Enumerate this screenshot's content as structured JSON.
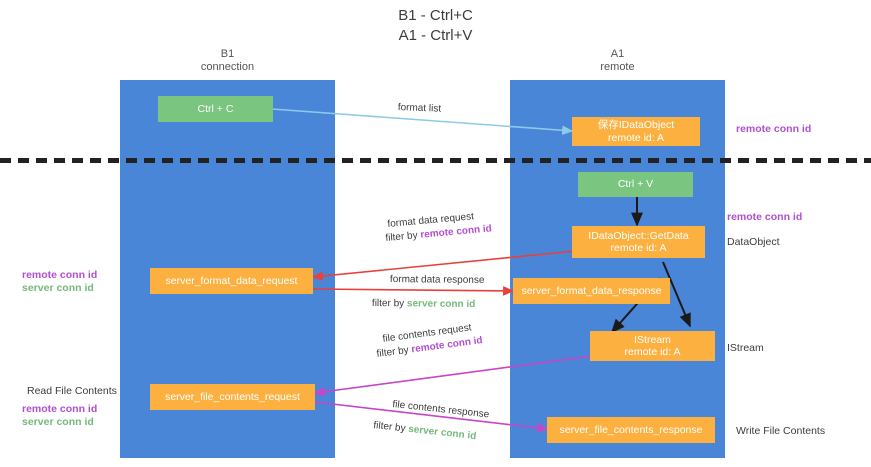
{
  "title": "B1 - Ctrl+C\nA1 - Ctrl+V",
  "lanes": [
    {
      "id": "b1",
      "header": "B1\nconnection"
    },
    {
      "id": "a1",
      "header": "A1\nremote"
    }
  ],
  "nodes": {
    "ctrl_c": {
      "label": "Ctrl + C",
      "sub": ""
    },
    "save_idataobject": {
      "label": "保存IDataObject",
      "sub": "remote id: A"
    },
    "ctrl_v": {
      "label": "Ctrl + V",
      "sub": ""
    },
    "getdata": {
      "label": "IDataObject::GetData",
      "sub": "remote id: A"
    },
    "fmt_request": {
      "label": "server_format_data_request",
      "sub": ""
    },
    "fmt_response": {
      "label": "server_format_data_response",
      "sub": ""
    },
    "istream": {
      "label": "IStream",
      "sub": "remote id: A"
    },
    "file_request": {
      "label": "server_file_contents_request",
      "sub": ""
    },
    "file_response": {
      "label": "server_file_contents_response",
      "sub": ""
    }
  },
  "edge_labels": {
    "format_list": "format list",
    "format_data_request": "format data request",
    "format_data_request_filter_prefix": "filter by ",
    "format_data_request_filter_key": "remote conn id",
    "format_data_response": "format data response",
    "format_data_response_filter_prefix": "filter by ",
    "format_data_response_filter_key": "server conn id",
    "file_contents_request": "file contents request",
    "file_contents_request_filter_prefix": "filter by ",
    "file_contents_request_filter_key": "remote conn id",
    "file_contents_response": "file contents response",
    "file_contents_response_filter_prefix": "filter by ",
    "file_contents_response_filter_key": "server conn id"
  },
  "annotations": {
    "right_remote_conn_id_top": "remote conn id",
    "right_remote_conn_id_mid": "remote conn id",
    "right_dataobject": "DataObject",
    "right_istream": "IStream",
    "right_write_file_contents": "Write File Contents",
    "left_remote_conn_id_mid": "remote conn id",
    "left_server_conn_id_mid": "server conn id",
    "left_read_file_contents": "Read File Contents",
    "left_remote_conn_id_bottom": "remote conn id",
    "left_server_conn_id_bottom": "server conn id"
  },
  "colors": {
    "lane": "#4a86d8",
    "node_green": "#7ac57f",
    "node_orange": "#fbb040",
    "remote_conn_id": "#b24fd0",
    "server_conn_id": "#74b97a",
    "arrow_blue": "#8ec9e8",
    "arrow_red": "#e8413c",
    "arrow_magenta": "#c845c8",
    "arrow_black": "#1a1a1a",
    "divider": "#222222"
  }
}
